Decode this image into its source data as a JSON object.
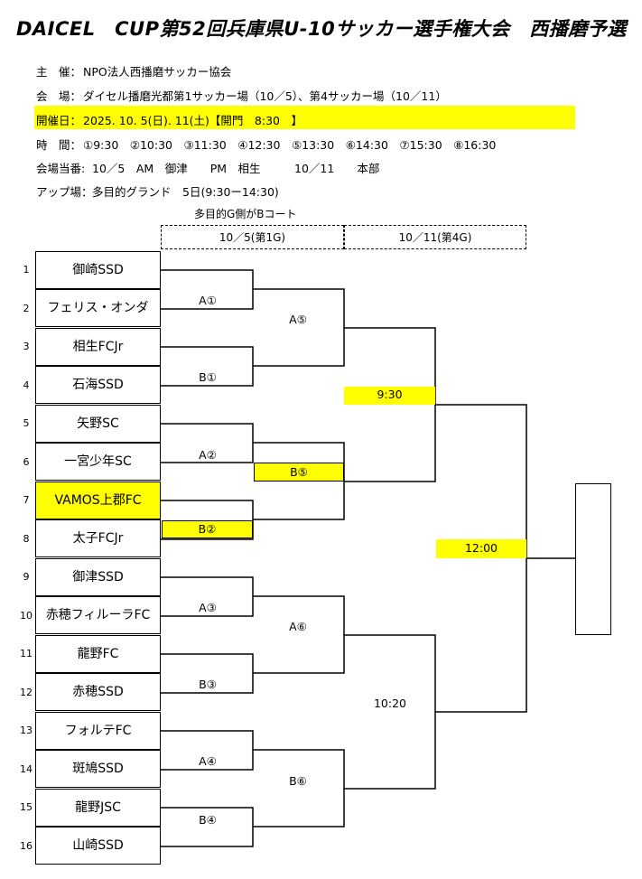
{
  "title": "DAICEL　CUP第52回兵庫県U-10サッカー選手権大会　西播磨予選",
  "info": {
    "organizer_label": "主　催：",
    "organizer": "NPO法人西播磨サッカー協会",
    "venue_label": "会　場：",
    "venue": "ダイセル播磨光都第1サッカー場（10／5）、第4サッカー場（10／11）",
    "date_label": "開催日：",
    "date": "2025. 10. 5(日). 11(土)【開門　8:30　】",
    "time_label": "時　間：",
    "times": "①9:30　②10:30　③11:30　④12:30　⑤13:30　⑥14:30　⑦15:30　⑧16:30",
    "duty_label": "会場当番:",
    "duty": "10／5　AM　御津　　PM　相生　　　10／11　　本部",
    "warmup_label": "アップ場：",
    "warmup": "多目的グランド　5日(9:30ー14:30)"
  },
  "court_note": "多目的G側がBコート",
  "date_headers": [
    "10／5(第1G)",
    "10／11(第4G)"
  ],
  "teams": [
    {
      "num": "1",
      "name": "御崎SSD"
    },
    {
      "num": "2",
      "name": "フェリス・オンダ"
    },
    {
      "num": "3",
      "name": "相生FCJr"
    },
    {
      "num": "4",
      "name": "石海SSD"
    },
    {
      "num": "5",
      "name": "矢野SC"
    },
    {
      "num": "6",
      "name": "一宮少年SC"
    },
    {
      "num": "7",
      "name": "VAMOS上郡FC"
    },
    {
      "num": "8",
      "name": "太子FCJr"
    },
    {
      "num": "9",
      "name": "御津SSD"
    },
    {
      "num": "10",
      "name": "赤穂フィルーラFC"
    },
    {
      "num": "11",
      "name": "龍野FC"
    },
    {
      "num": "12",
      "name": "赤穂SSD"
    },
    {
      "num": "13",
      "name": "フォルテFC"
    },
    {
      "num": "14",
      "name": "斑鳩SSD"
    },
    {
      "num": "15",
      "name": "龍野JSC"
    },
    {
      "num": "16",
      "name": "山崎SSD"
    }
  ],
  "round1": [
    "A①",
    "B①",
    "A②",
    "B②",
    "A③",
    "B③",
    "A④",
    "B④"
  ],
  "round2": [
    "A⑤",
    "B⑤",
    "A⑥",
    "B⑥"
  ],
  "semis": [
    "9:30",
    "10:20"
  ],
  "final": "12:00",
  "highlight_color": "#ffff00"
}
